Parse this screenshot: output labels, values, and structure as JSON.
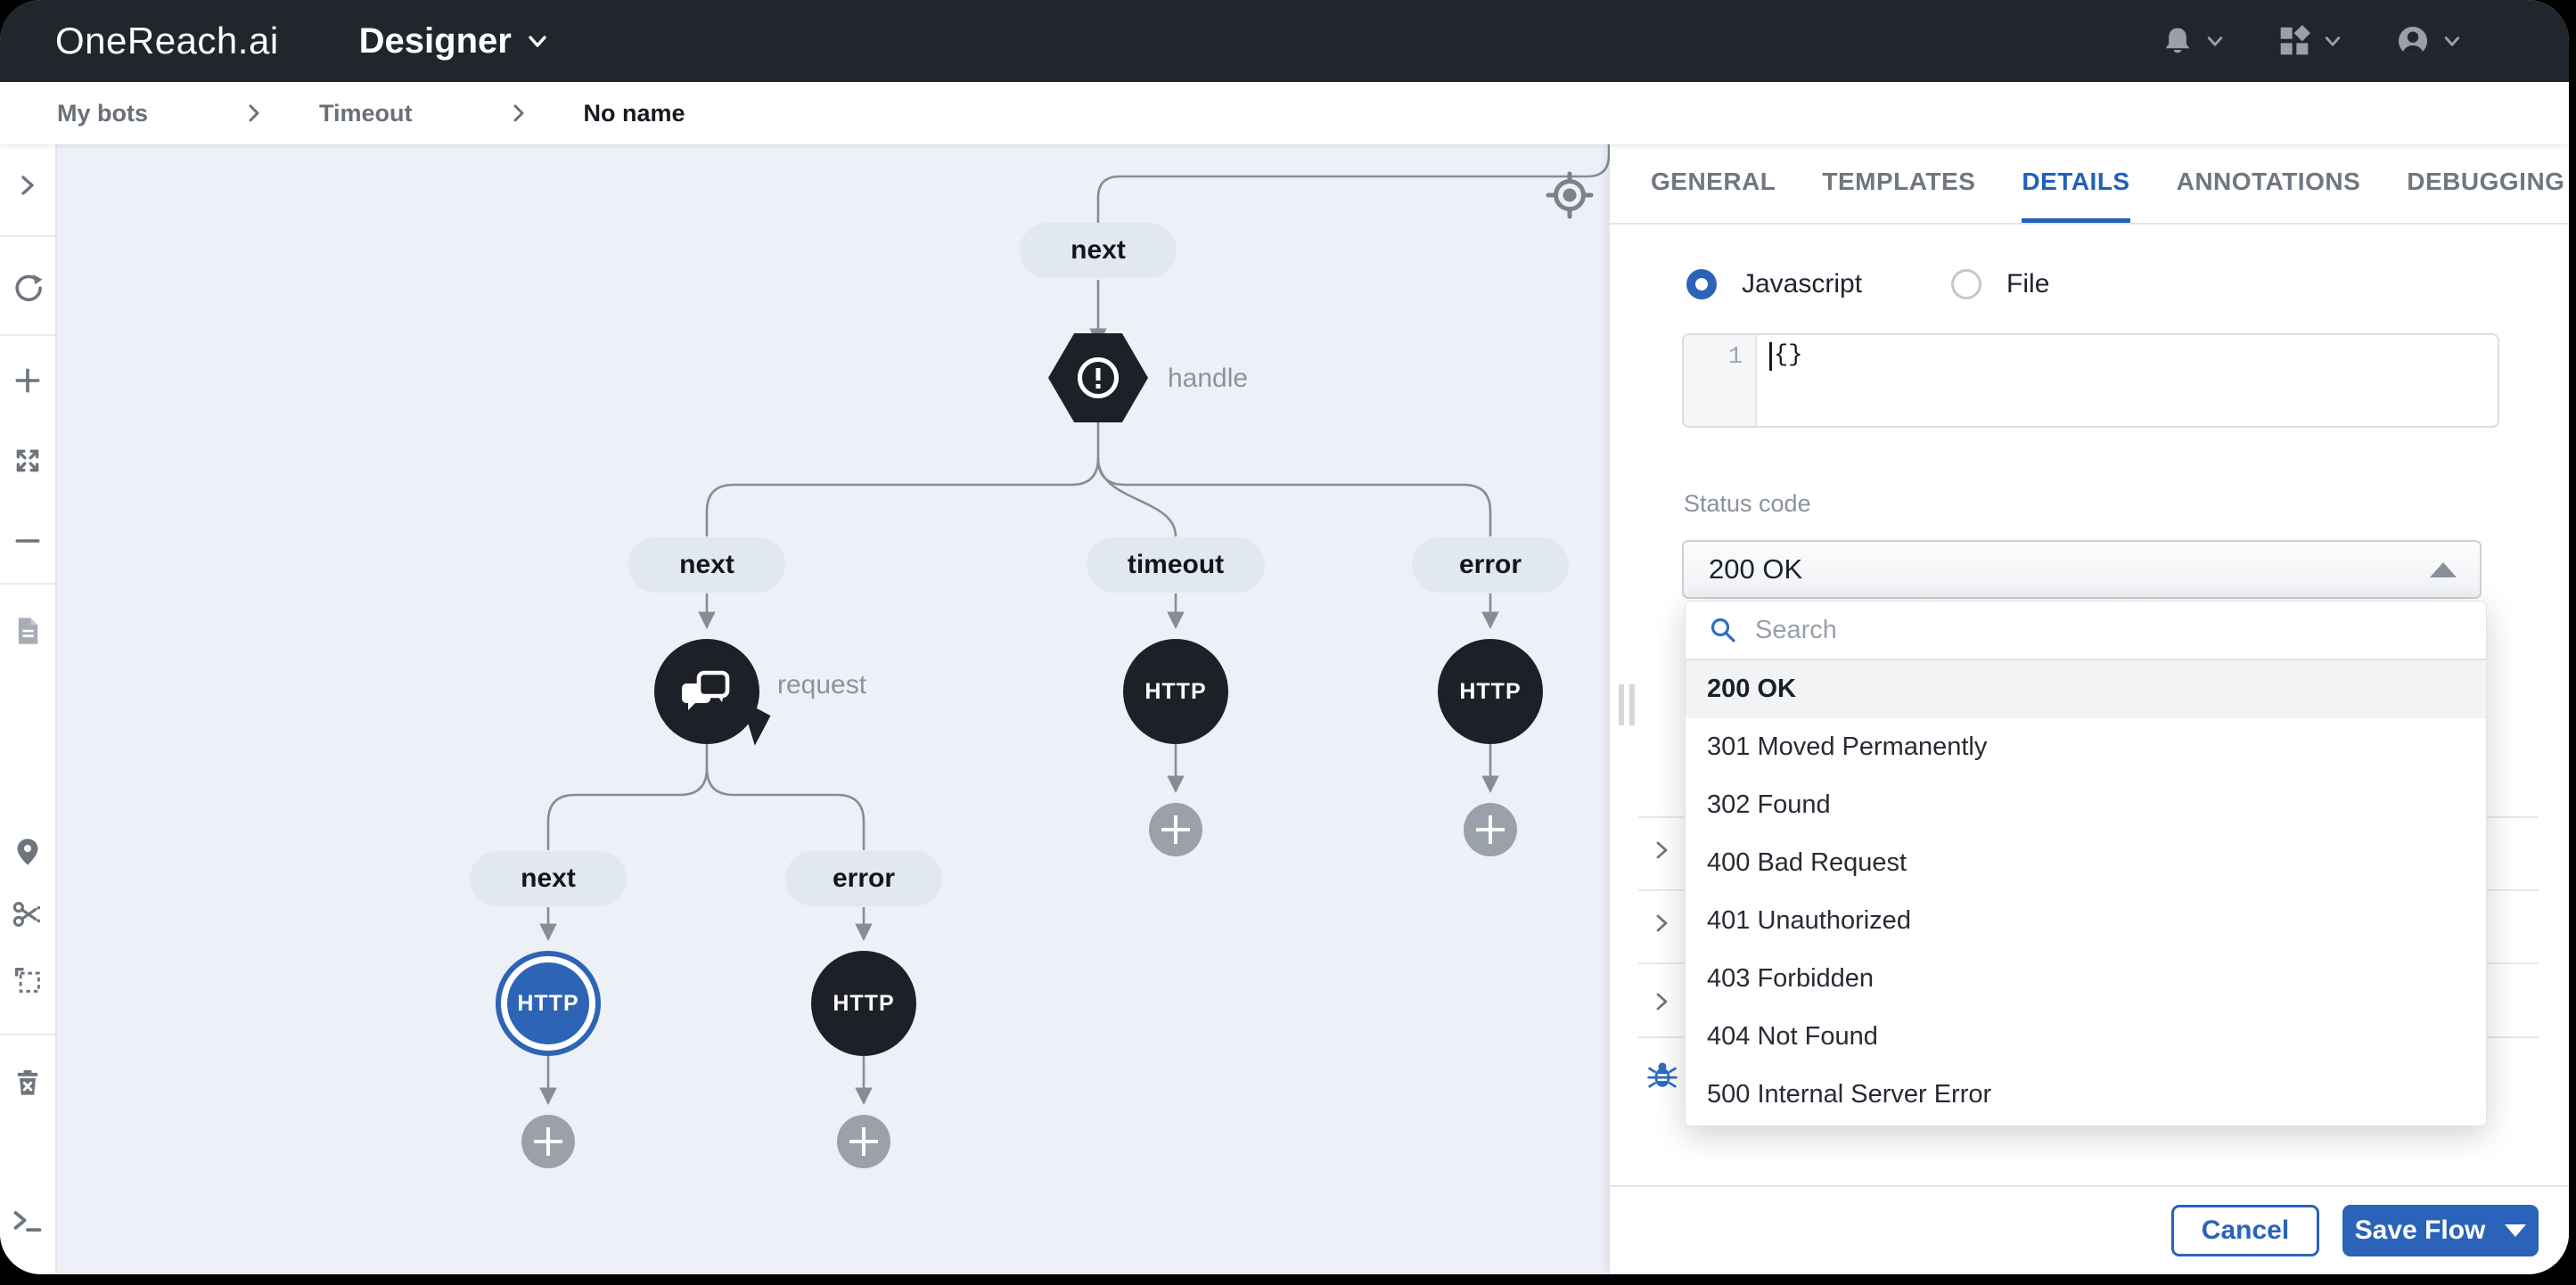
{
  "colors": {
    "accent_blue": "#2a63b9",
    "topbar_bg": "#21262d",
    "canvas_bg": "#edf0f6",
    "node_black": "#1d2127",
    "edge_gray": "#868d97",
    "selected_node_blue": "#2d64b6",
    "selected_item_bg": "#f2f3f5"
  },
  "topbar": {
    "logo": "OneReach.ai",
    "app_menu": "Designer"
  },
  "breadcrumb": {
    "items": [
      "My bots",
      "Timeout",
      "No name"
    ]
  },
  "sidebar_icons": [
    "chevron-right",
    "refresh",
    "plus",
    "expand",
    "minus",
    "document",
    "location-pin",
    "cut",
    "select-area",
    "delete",
    "terminal"
  ],
  "canvas": {
    "pill_labels": [
      "next",
      "next",
      "timeout",
      "error",
      "next",
      "error"
    ],
    "node_labels": {
      "handle": "handle",
      "request": "request"
    },
    "http_label": "HTTP"
  },
  "panel": {
    "tabs": [
      "GENERAL",
      "TEMPLATES",
      "DETAILS",
      "ANNOTATIONS",
      "DEBUGGING"
    ],
    "active_tab": "DETAILS",
    "radio": {
      "javascript": "Javascript",
      "file": "File"
    },
    "editor": {
      "line_number": "1",
      "code": "{}"
    },
    "status": {
      "label": "Status code",
      "value": "200 OK"
    },
    "dropdown": {
      "search_placeholder": "Search",
      "selected": "200 OK",
      "options": [
        "200 OK",
        "301 Moved Permanently",
        "302 Found",
        "400 Bad Request",
        "401 Unauthorized",
        "403 Forbidden",
        "404 Not Found",
        "500 Internal Server Error"
      ]
    },
    "footer": {
      "cancel": "Cancel",
      "save": "Save Flow"
    }
  }
}
